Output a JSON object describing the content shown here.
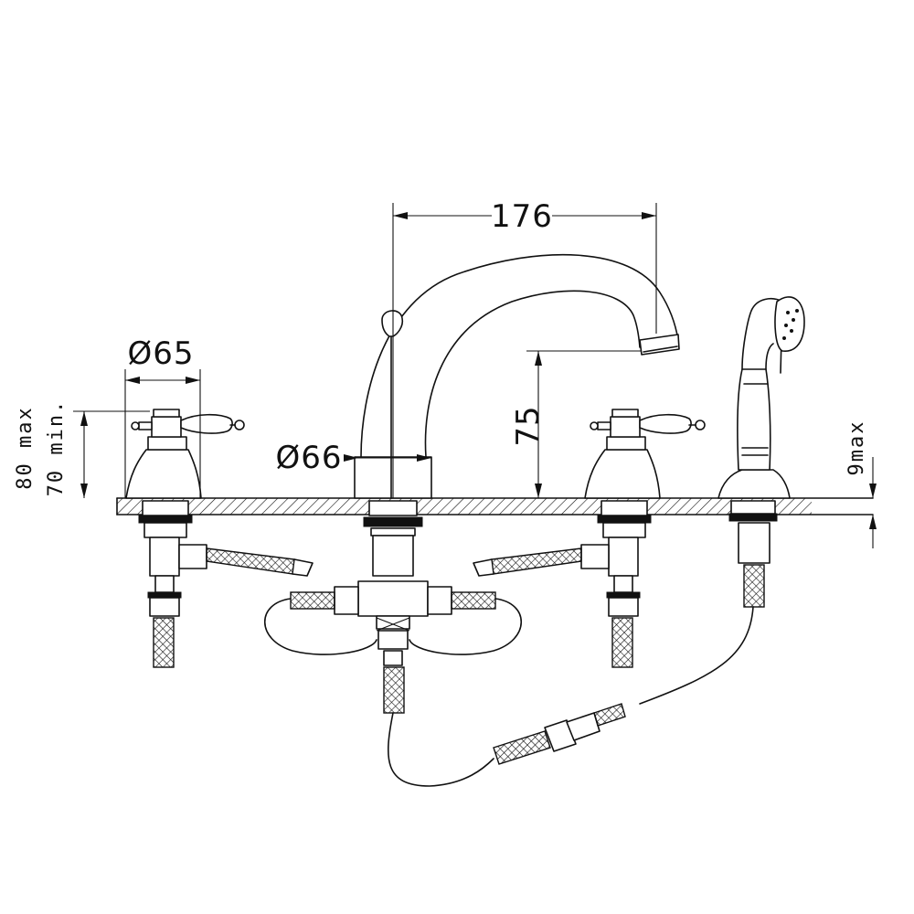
{
  "drawing": {
    "dimensions": {
      "spout_reach": "176",
      "handle_diameter": "Ø65",
      "spout_base_diameter": "Ø66",
      "spout_height": "75",
      "deck_max": "80 max",
      "deck_min": "70 min.",
      "handshower_deck": "9max"
    },
    "colors": {
      "line": "#111111",
      "background": "#ffffff",
      "hatch": "#111111"
    }
  }
}
